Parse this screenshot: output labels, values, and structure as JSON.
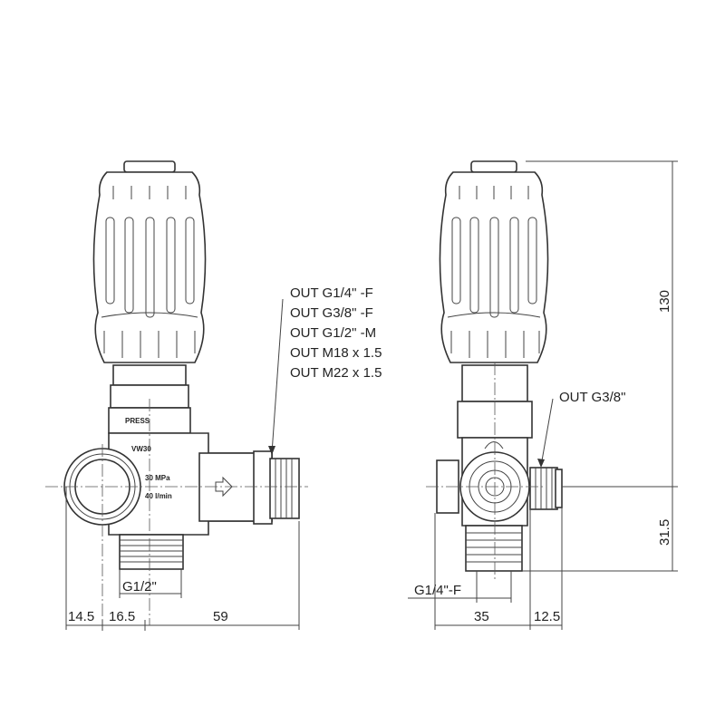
{
  "left_view": {
    "body_marking": "PRESS",
    "model": "VW30",
    "pressure": "30 MPa",
    "flow": "40 l/min",
    "inlet_label": "G1/2\"",
    "dims": [
      "14.5",
      "16.5",
      "59"
    ],
    "outlet_options": [
      "OUT  G1/4\" -F",
      "OUT  G3/8\" -F",
      "OUT  G1/2\" -M",
      "OUT  M18 x 1.5",
      "OUT  M22 x 1.5"
    ]
  },
  "right_view": {
    "outlet_label": "OUT  G3/8\"",
    "inlet_label": "G1/4\"-F",
    "dims": [
      "35",
      "12.5"
    ],
    "height_total": "130",
    "height_outlet": "31.5"
  }
}
